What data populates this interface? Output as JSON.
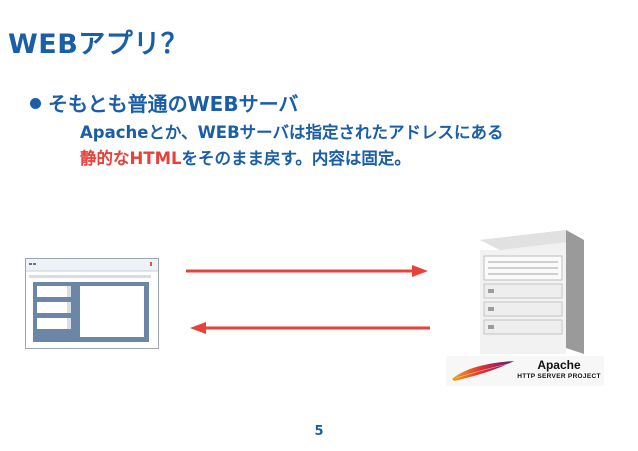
{
  "slide": {
    "title": "WEBアプリ？",
    "bullet": "そもとも普通のWEBサーバ",
    "desc_line1": "Apacheとか、WEBサーバは指定されたアドレスにある",
    "desc_line2_highlight": "静的なHTML",
    "desc_line2_rest": "をそのまま戻す。内容は固定。",
    "page_number": "5"
  },
  "apache_logo": {
    "name": "Apache",
    "subtitle": "HTTP SERVER PROJECT"
  },
  "colors": {
    "primary": "#1a5ea8",
    "highlight": "#e8413a",
    "arrow": "#e8413a"
  },
  "icons": [
    "browser-window-icon",
    "request-arrow-icon",
    "response-arrow-icon",
    "server-tower-icon",
    "apache-feather-icon"
  ]
}
